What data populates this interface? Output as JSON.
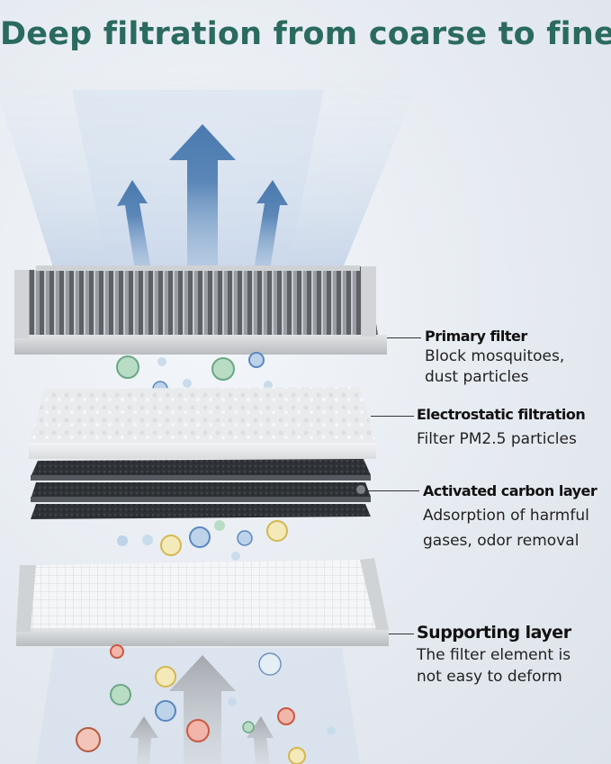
{
  "title": "Deep filtration from coarse to fine",
  "layers": [
    {
      "name": "Primary filter",
      "description_lines": [
        "Block mosquitoes,",
        "dust particles"
      ]
    },
    {
      "name": "Electrostatic filtration",
      "description_lines": [
        "Filter PM2.5 particles"
      ]
    },
    {
      "name": "Activated carbon layer",
      "description_lines": [
        "Adsorption of harmful",
        "gases, odor removal"
      ]
    },
    {
      "name": "Supporting layer",
      "description_lines": [
        "The filter element is",
        "not easy to deform"
      ]
    }
  ],
  "colors": {
    "title": "#2b6a5f",
    "arrow_blue": "#5b87b8",
    "arrow_gray": "#a9adb3",
    "frame_gray": "#c9cccf",
    "carbon": "#2f3236"
  },
  "icons": [
    "airflow-arrow-icon",
    "particle-icon"
  ]
}
